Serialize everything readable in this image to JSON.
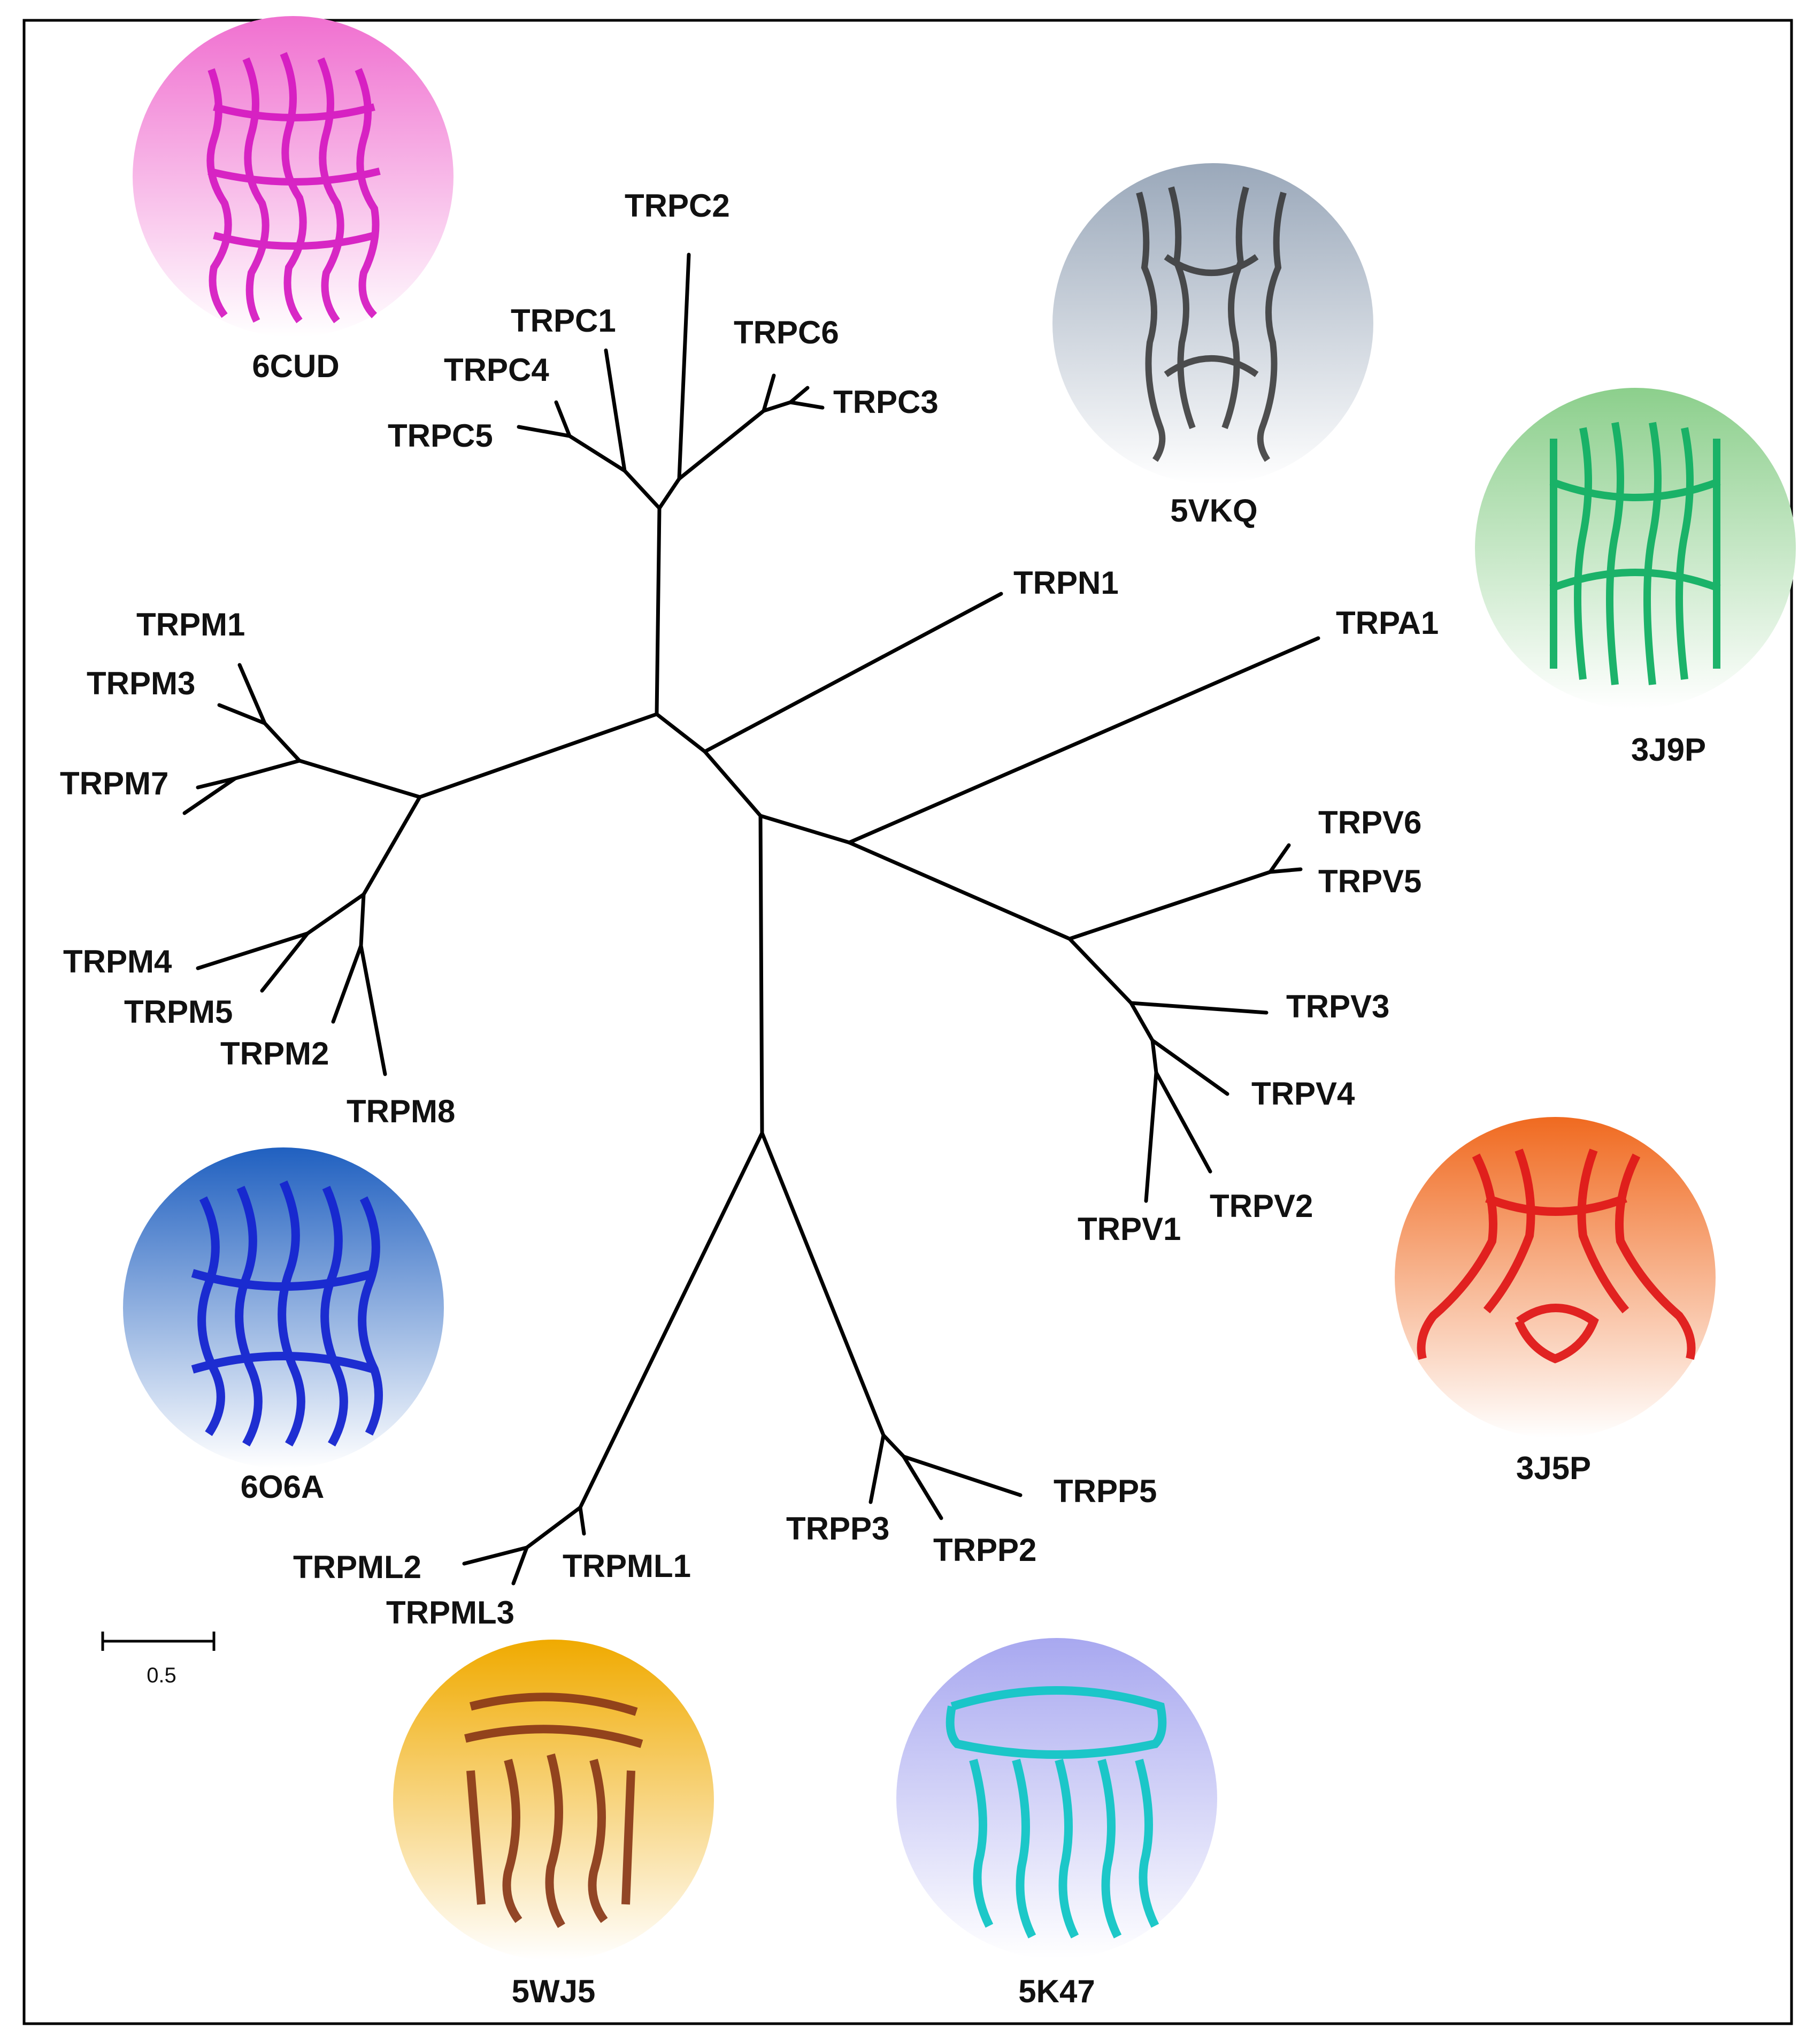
{
  "taxa": {
    "trpc2": "TRPC2",
    "trpc1": "TRPC1",
    "trpc6": "TRPC6",
    "trpc4": "TRPC4",
    "trpc3": "TRPC3",
    "trpc5": "TRPC5",
    "trpn1": "TRPN1",
    "trpa1": "TRPA1",
    "trpm1": "TRPM1",
    "trpm3": "TRPM3",
    "trpm7": "TRPM7",
    "trpm4": "TRPM4",
    "trpm5": "TRPM5",
    "trpm2": "TRPM2",
    "trpm8": "TRPM8",
    "trpv6": "TRPV6",
    "trpv5": "TRPV5",
    "trpv3": "TRPV3",
    "trpv4": "TRPV4",
    "trpv2": "TRPV2",
    "trpv1": "TRPV1",
    "trpp5": "TRPP5",
    "trpp3": "TRPP3",
    "trpp2": "TRPP2",
    "trpml2": "TRPML2",
    "trpml1": "TRPML1",
    "trpml3": "TRPML3"
  },
  "structures": [
    {
      "id": "6CUD",
      "color": "#e020c8",
      "bg": "#f070d0"
    },
    {
      "id": "5VKQ",
      "color": "#3a3a3a",
      "bg": "#9aa8ba"
    },
    {
      "id": "3J9P",
      "color": "#10b060",
      "bg": "#8ccf8c"
    },
    {
      "id": "6O6A",
      "color": "#1a2ad0",
      "bg": "#2060c0"
    },
    {
      "id": "3J5P",
      "color": "#e01818",
      "bg": "#f07830"
    },
    {
      "id": "5WJ5",
      "color": "#8a3a1a",
      "bg": "#f0b010"
    },
    {
      "id": "5K47",
      "color": "#10c8c8",
      "bg": "#a8a8f0"
    }
  ],
  "scale_bar": {
    "label": "0.5"
  }
}
